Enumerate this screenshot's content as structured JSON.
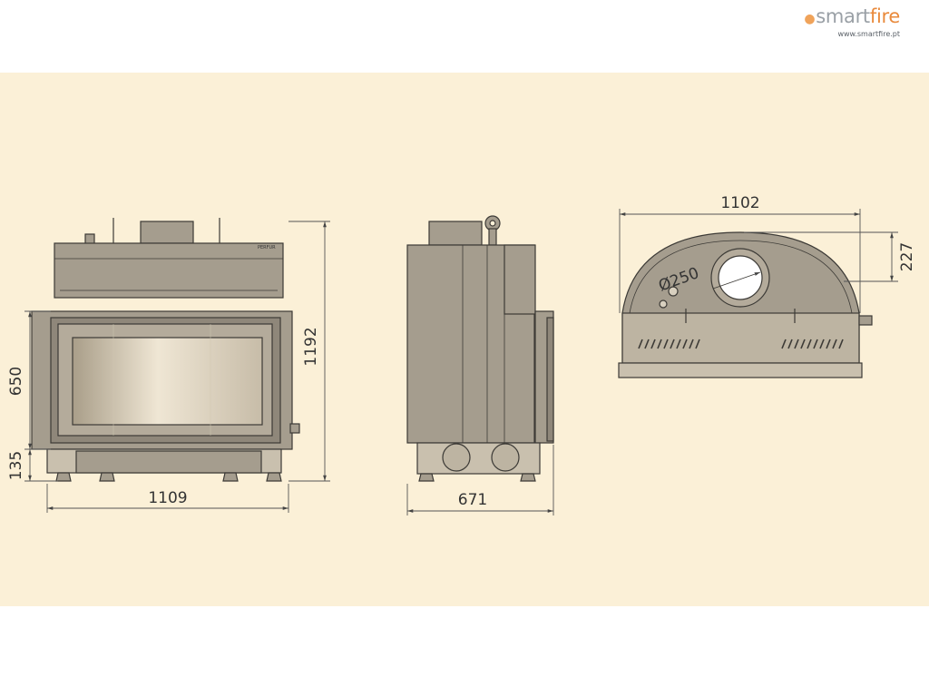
{
  "logo": {
    "brand_plain": "smart",
    "brand_accent": "fire",
    "url": "www.smartfire.pt"
  },
  "front_view": {
    "width_label": "1109",
    "height_label": "1192",
    "door_height_label": "650",
    "base_height_label": "135",
    "maker_mark": "PERFUR"
  },
  "side_view": {
    "depth_label": "671"
  },
  "top_view": {
    "width_label": "1102",
    "depth_label": "227",
    "flue_label": "Ø250"
  },
  "colors": {
    "background_band": "#fbf0d7",
    "body_fill": "#a59d8e",
    "outline": "#3c3a36",
    "dimension_line": "#555555"
  }
}
